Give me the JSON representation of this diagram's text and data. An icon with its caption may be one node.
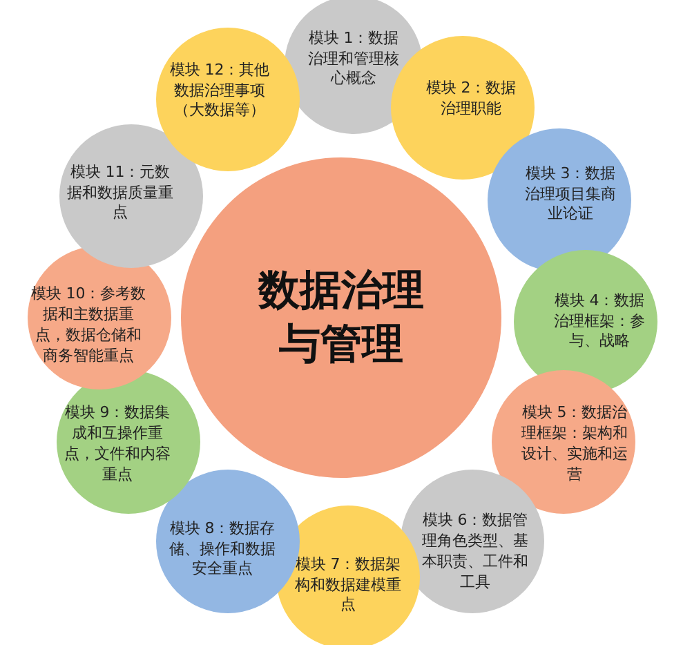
{
  "diagram": {
    "nodes": [
      {
        "text": [
          "数据治理与管理"
        ]
      },
      {
        "text": [
          "模块 1：数据治理和管理核心概念"
        ]
      },
      {
        "text": [
          "模块 2：数据治理职能"
        ]
      },
      {
        "text": [
          "模块 3：数据治理项目集商业论证"
        ]
      },
      {
        "text": [
          "模块 4：数据治理框架：参与、战略"
        ]
      },
      {
        "text": [
          "模块 5：数据治理框架：架构和设计、实施和运营"
        ]
      },
      {
        "text": [
          "模块 6：数据管理角色类型、基本职责、工件和工具"
        ]
      },
      {
        "text": [
          "模块 7：数据架构和数据建模重点"
        ]
      },
      {
        "text": [
          "模块 8：数据存储、操作和数据安全重点"
        ]
      },
      {
        "text": [
          "模块 9：数据集成和互操作重点，文件和内容重点"
        ]
      },
      {
        "text": [
          "模块 10：参考数据和主数据重点，数据仓储和商务智能重点"
        ]
      },
      {
        "text": [
          "模块 11：元数据和数据质量重点"
        ]
      },
      {
        "text": [
          "模块 12：其他数据治理事项（大数据等）"
        ]
      }
    ]
  }
}
